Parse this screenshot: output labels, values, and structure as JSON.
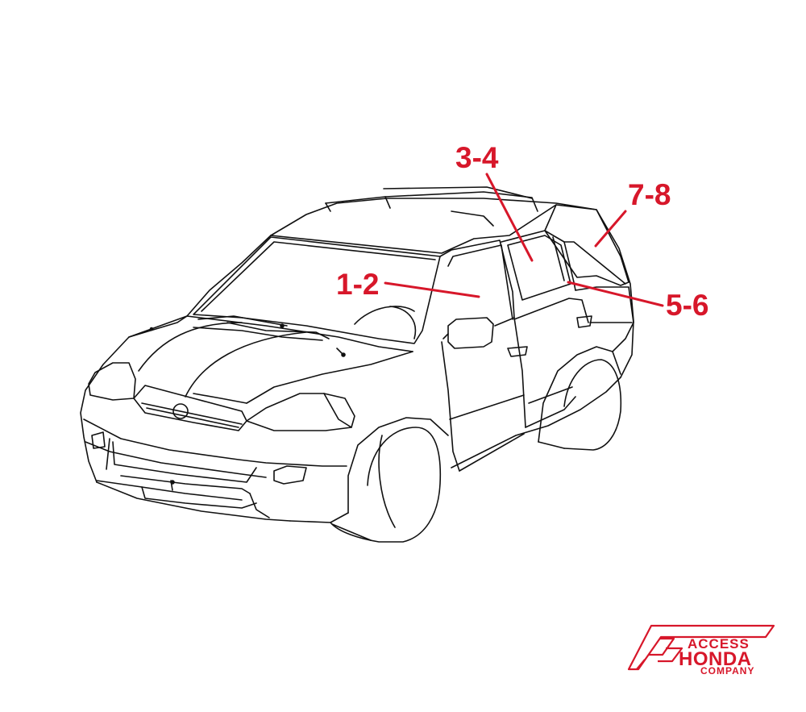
{
  "colors": {
    "accent": "#d7172a",
    "line": "#111111",
    "background": "#ffffff"
  },
  "callouts": [
    {
      "id": "1-2",
      "label": "1-2",
      "part": "front door glass"
    },
    {
      "id": "3-4",
      "label": "3-4",
      "part": "rear door glass"
    },
    {
      "id": "5-6",
      "label": "5-6",
      "part": "rear door quarter glass"
    },
    {
      "id": "7-8",
      "label": "7-8",
      "part": "quarter window glass"
    }
  ],
  "logo": {
    "line1": "ACCESS",
    "line2": "HONDA",
    "line3": "COMPANY"
  }
}
